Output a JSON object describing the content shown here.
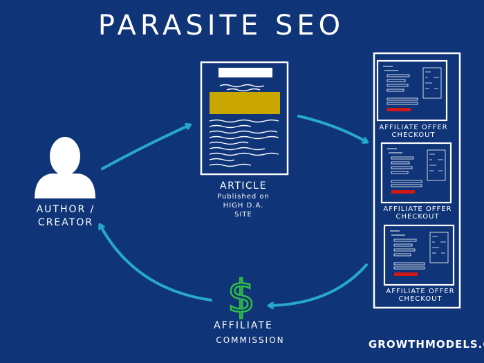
{
  "title": "Parasite SEO",
  "author_label": [
    "Author /",
    "Creator"
  ],
  "article_label": [
    "Article",
    "Published on",
    "high D.A.",
    "site"
  ],
  "checkout_label": [
    "Affiliate offer",
    "Checkout"
  ],
  "commission_label": [
    "Affiliate",
    "Commission"
  ],
  "dollar_sign": "$",
  "brand": "Growthmodels.co",
  "colors": {
    "background": "#0f3478",
    "line": "#ffffff",
    "arrow": "#27a8cf",
    "highlight": "#c9a600",
    "button": "#d01818",
    "dollar": "#2fbf45"
  },
  "icons": {
    "author": "person-silhouette-icon",
    "article": "document-icon",
    "checkout": "checkout-page-icon",
    "commission": "dollar-icon"
  }
}
